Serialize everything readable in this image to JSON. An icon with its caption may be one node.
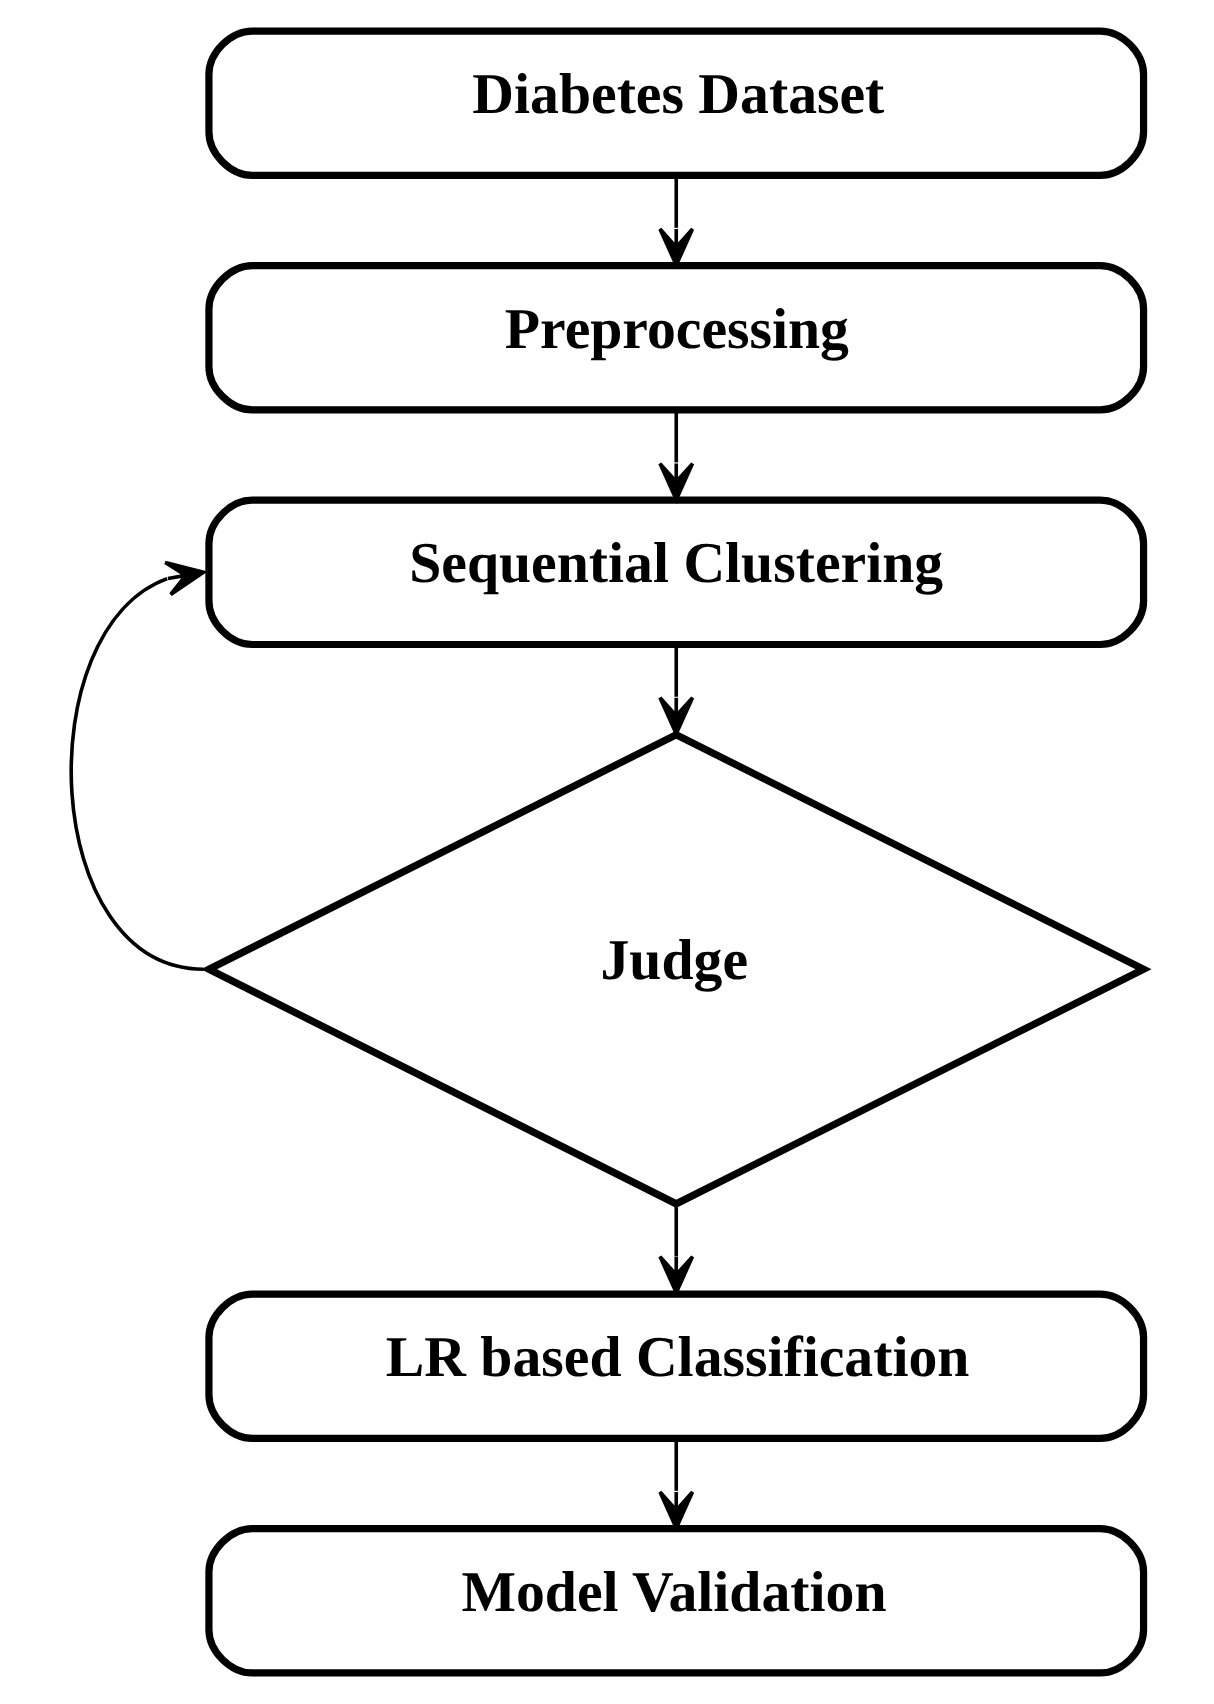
{
  "diagram": {
    "nodes": [
      {
        "text": [
          "Diabetes Dataset"
        ]
      },
      {
        "text": [
          "Preprocessing"
        ]
      },
      {
        "text": [
          "Sequential Clustering"
        ]
      },
      {
        "text": [
          "Judge"
        ]
      },
      {
        "text": [
          "LR based Classification"
        ]
      },
      {
        "text": [
          "Model Validation"
        ]
      }
    ],
    "edges": [
      {
        "from": 0,
        "to": 1,
        "arrow": "to"
      },
      {
        "from": 1,
        "to": 2,
        "arrow": "to"
      },
      {
        "from": 2,
        "to": 3,
        "arrow": "to"
      },
      {
        "from": 3,
        "to": 2,
        "arrow": "to"
      },
      {
        "from": 3,
        "to": 4,
        "arrow": "to"
      },
      {
        "from": 4,
        "to": 5,
        "arrow": "to"
      }
    ]
  }
}
